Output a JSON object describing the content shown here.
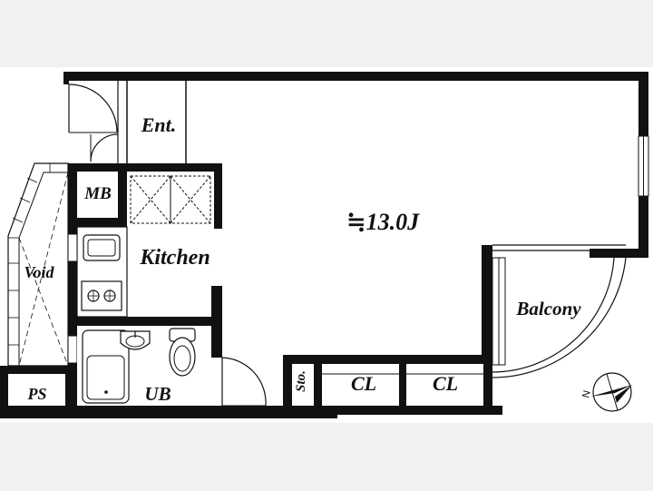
{
  "plan": {
    "colors": {
      "background": "#f1f1f3",
      "paper": "#ffffff",
      "wall": "#111111"
    },
    "rooms": {
      "entrance": "Ent.",
      "main_room_area": "≒13.0J",
      "meter_box": "MB",
      "kitchen": "Kitchen",
      "void": "Void",
      "pipe_space": "PS",
      "unit_bath": "UB",
      "storage": "Sto.",
      "closet_1": "CL",
      "closet_2": "CL",
      "balcony": "Balcony"
    },
    "compass": {
      "north_label": "N",
      "icon": "compass-rose-icon"
    }
  }
}
